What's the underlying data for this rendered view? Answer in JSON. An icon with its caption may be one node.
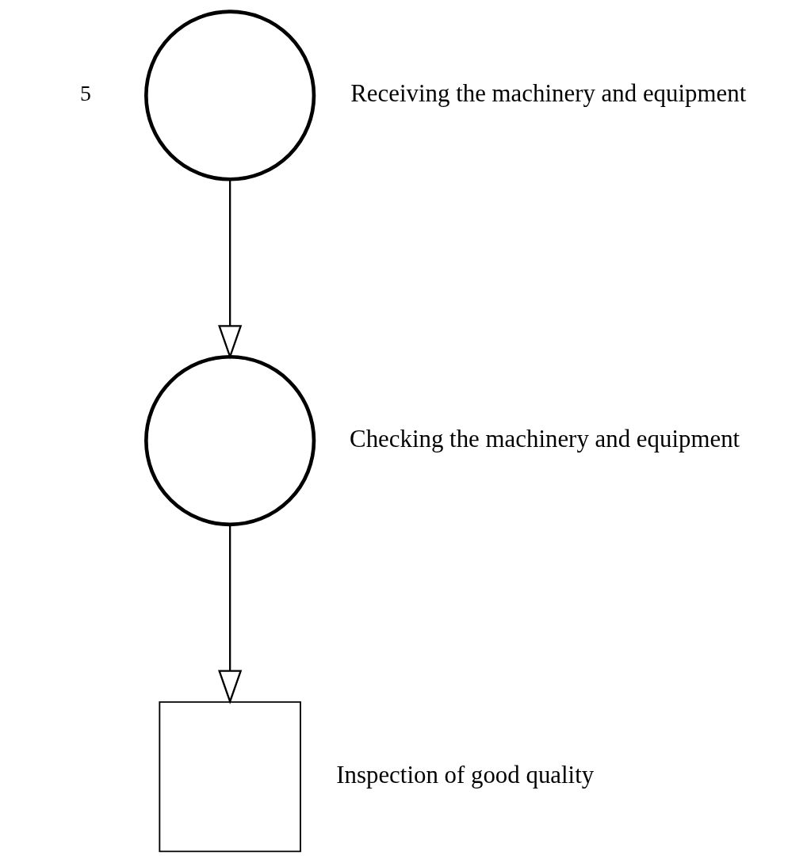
{
  "diagram": {
    "nodes": [
      {
        "text": [],
        "shape": "circle",
        "beside": [
          "Receiving the machinery and equipment"
        ]
      },
      {
        "text": [],
        "shape": "circle",
        "beside": [
          "Checking the machinery and equipment"
        ]
      },
      {
        "text": [],
        "shape": "box",
        "beside": [
          "Inspection of good quality"
        ]
      }
    ],
    "edges": [
      {
        "from": 0,
        "to": 1,
        "arrow": "to"
      },
      {
        "from": 1,
        "to": 2,
        "arrow": "to"
      }
    ],
    "labels": [
      "5"
    ]
  }
}
